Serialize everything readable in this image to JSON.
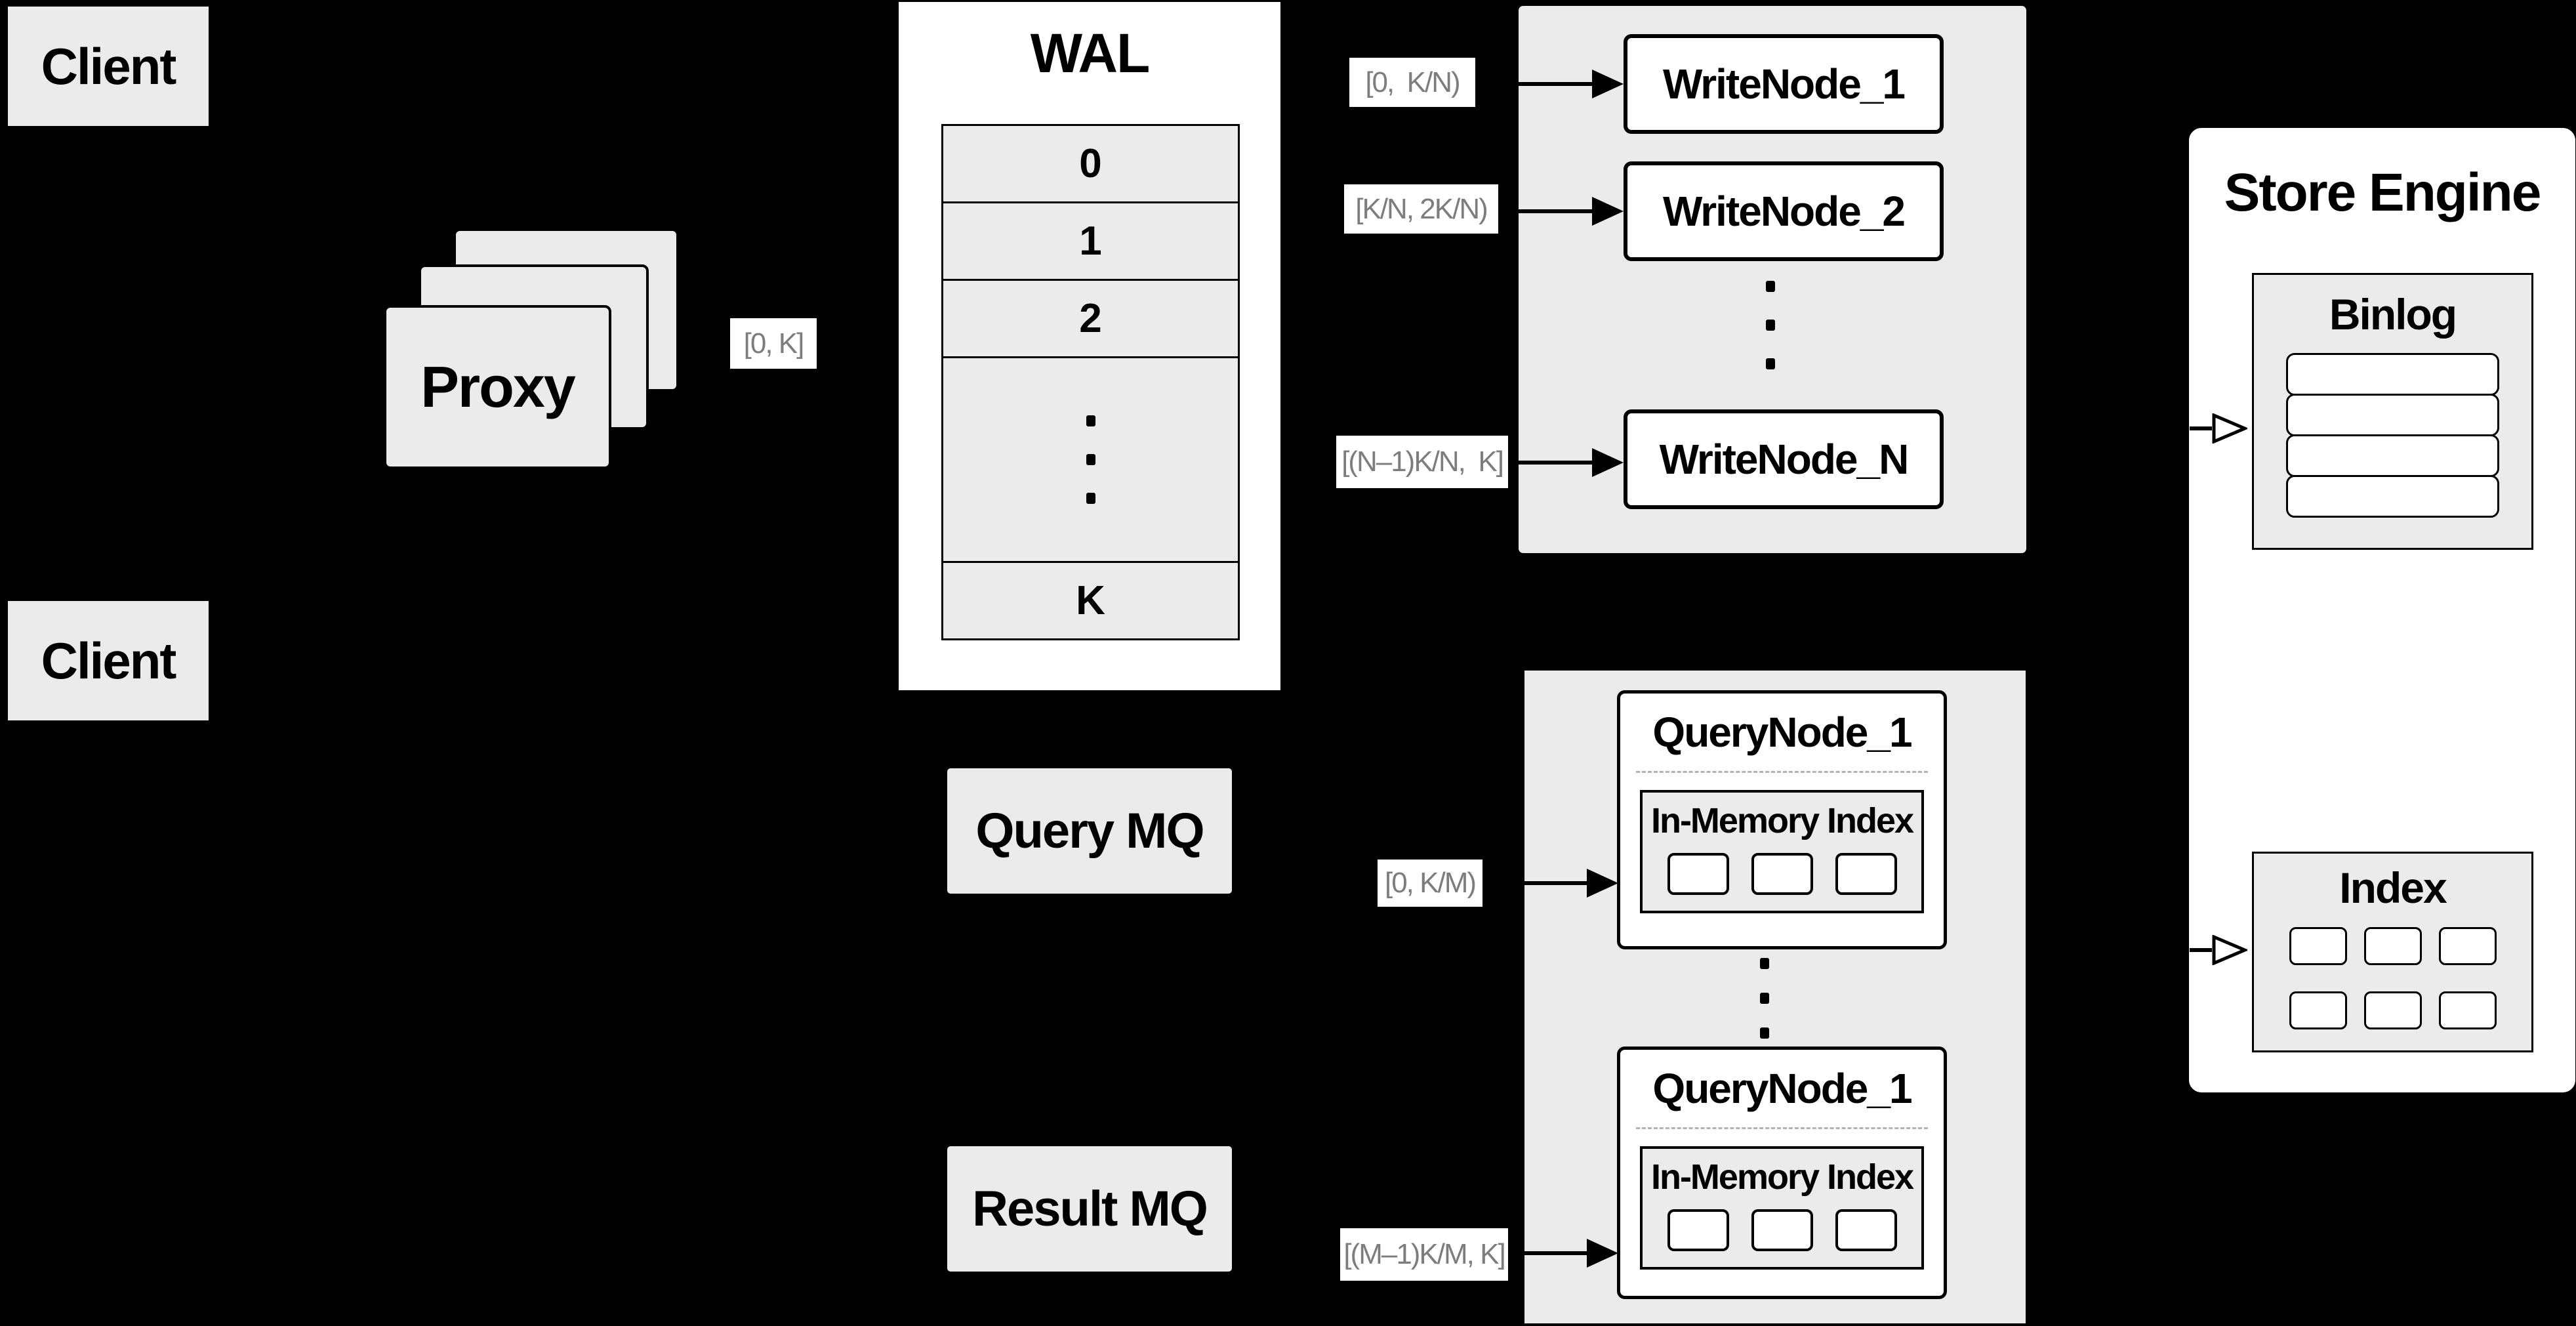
{
  "colors": {
    "bg": "#000000",
    "panel": "#ebebeb",
    "white": "#ffffff",
    "line": "#000000",
    "label_text": "#7d7d7d",
    "dash": "#b3b3b3"
  },
  "clients": {
    "top": "Client",
    "bottom": "Client"
  },
  "proxy": {
    "label": "Proxy",
    "range_out": "[0, K]"
  },
  "wal": {
    "title": "WAL",
    "rows": [
      "0",
      "1",
      "2"
    ],
    "last_row": "K"
  },
  "write": {
    "ranges": [
      "[0,  K/N)",
      "[K/N, 2K/N)",
      "[(N–1)K/N,  K]"
    ],
    "nodes": [
      "WriteNode_1",
      "WriteNode_2",
      "WriteNode_N"
    ]
  },
  "mq": {
    "query": "Query MQ",
    "result": "Result MQ"
  },
  "query": {
    "ranges": [
      "[0, K/M)",
      "[(M–1)K/M, K]"
    ],
    "nodes": [
      {
        "title": "QueryNode_1",
        "index_title": "In-Memory Index"
      },
      {
        "title": "QueryNode_1",
        "index_title": "In-Memory Index"
      }
    ]
  },
  "store": {
    "title": "Store Engine",
    "binlog_title": "Binlog",
    "index_title": "Index"
  }
}
